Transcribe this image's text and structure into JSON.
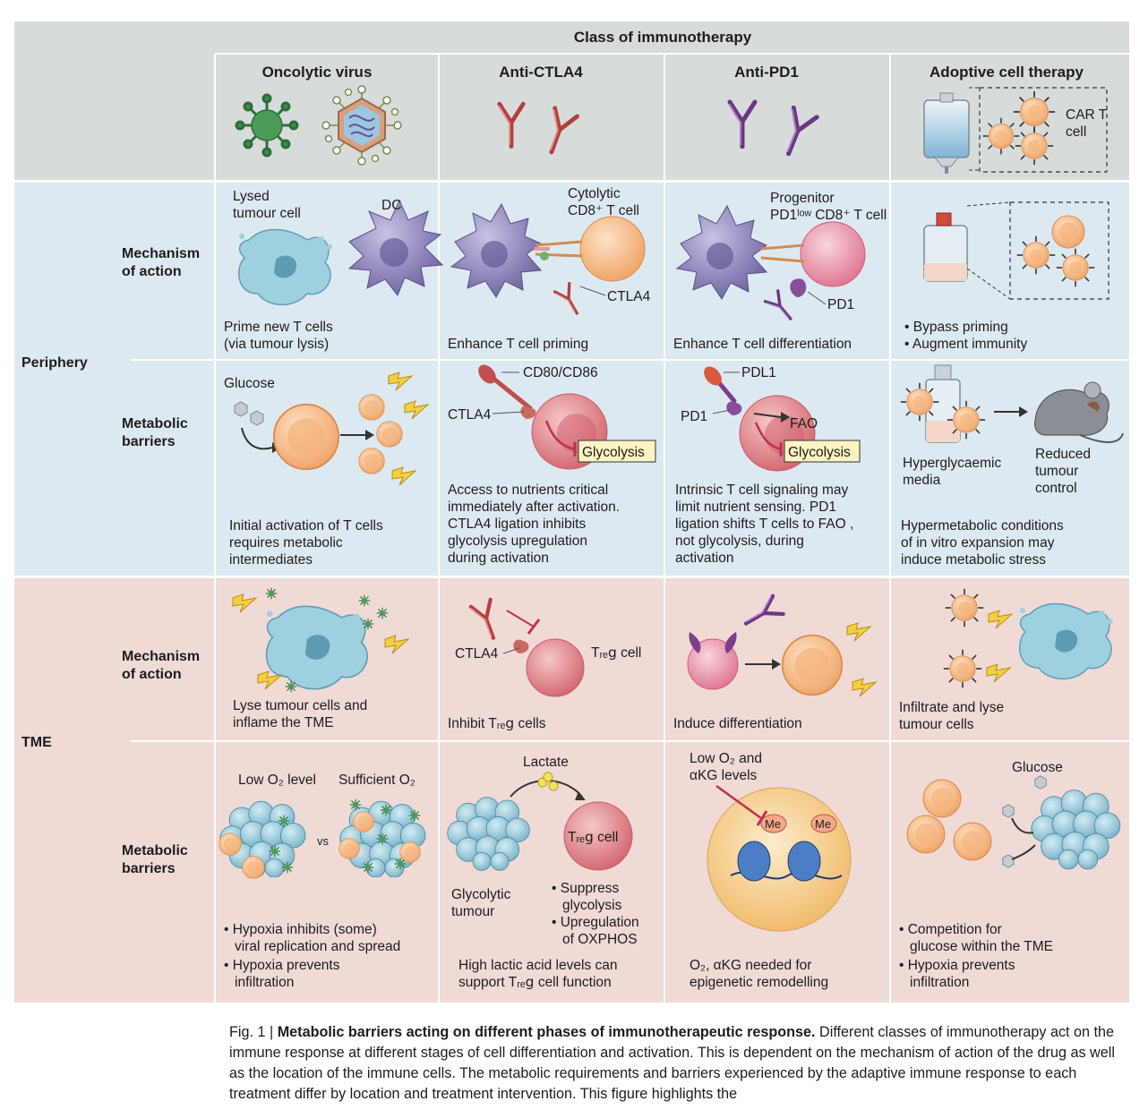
{
  "header": {
    "title": "Class of immunotherapy",
    "columns": [
      "Oncolytic virus",
      "Anti-CTLA4",
      "Anti-PD1",
      "Adoptive cell therapy"
    ],
    "car_t_label": [
      "CAR T",
      "cell"
    ]
  },
  "rows": {
    "periphery": "Periphery",
    "tme": "TME",
    "mechanism": [
      "Mechanism",
      "of action"
    ],
    "metabolic": [
      "Metabolic",
      "barriers"
    ]
  },
  "periphery_mechanism": {
    "ov": {
      "labels": [
        "Lysed",
        "tumour cell",
        "DC"
      ],
      "caption": [
        "Prime new T cells",
        "(via tumour lysis)"
      ]
    },
    "ctla4": {
      "labels": [
        "Cytolytic",
        "CD8⁺ T cell",
        "CTLA4"
      ],
      "caption": "Enhance T cell priming"
    },
    "pd1": {
      "labels": [
        "Progenitor",
        "PD1ˡᵒʷ CD8⁺ T cell",
        "PD1"
      ],
      "caption": "Enhance T cell differentiation"
    },
    "act": {
      "bullets": [
        "Bypass priming",
        "Augment immunity"
      ]
    }
  },
  "periphery_metabolic": {
    "ov": {
      "label": "Glucose",
      "caption": [
        "Initial activation of T cells",
        "requires metabolic",
        "intermediates"
      ]
    },
    "ctla4": {
      "labels": [
        "CD80/CD86",
        "CTLA4",
        "Glycolysis"
      ],
      "caption": [
        "Access to nutrients critical",
        "immediately after activation.",
        "CTLA4 ligation inhibits",
        "glycolysis upregulation",
        "during activation"
      ]
    },
    "pd1": {
      "labels": [
        "PDL1",
        "PD1",
        "FAO",
        "Glycolysis"
      ],
      "caption": [
        "Intrinsic T cell signaling may",
        "limit nutrient sensing. PD1",
        "ligation shifts T cells to FAO ,",
        "not glycolysis, during",
        "activation"
      ]
    },
    "act": {
      "labels": [
        "Hyperglycaemic",
        "media",
        "Reduced",
        "tumour",
        "control"
      ],
      "caption": [
        "Hypermetabolic conditions",
        "of in vitro expansion may",
        "induce metabolic stress"
      ]
    }
  },
  "tme_mechanism": {
    "ov": {
      "caption": [
        "Lyse tumour cells and",
        "inflame the TME"
      ]
    },
    "ctla4": {
      "labels": [
        "CTLA4",
        "Tᵣₑ𝗀 cell"
      ],
      "caption": "Inhibit Tᵣₑ𝗀 cells"
    },
    "pd1": {
      "caption": "Induce differentiation"
    },
    "act": {
      "caption": [
        "Infiltrate and lyse",
        "tumour cells"
      ]
    }
  },
  "tme_metabolic": {
    "ov": {
      "labels": [
        "Low O₂ level",
        "Sufficient O₂",
        "vs"
      ],
      "bullets": [
        [
          "Hypoxia inhibits (some)",
          "viral replication and spread"
        ],
        [
          "Hypoxia prevents",
          "infiltration"
        ]
      ]
    },
    "ctla4": {
      "labels": [
        "Lactate",
        "Glycolytic",
        "tumour",
        "Tᵣₑ𝗀 cell"
      ],
      "bullets": [
        [
          "Suppress",
          "glycolysis"
        ],
        [
          "Upregulation",
          "of OXPHOS"
        ]
      ],
      "caption": [
        "High lactic acid levels can",
        "support Tᵣₑ𝗀 cell function"
      ]
    },
    "pd1": {
      "labels": [
        "Low O₂ and",
        "αKG levels",
        "Me",
        "Me"
      ],
      "caption": [
        "O₂, αKG needed for",
        "epigenetic remodelling"
      ]
    },
    "act": {
      "labels": [
        "Glucose"
      ],
      "bullets": [
        [
          "Competition for",
          "glucose within the TME"
        ],
        [
          "Hypoxia prevents",
          "infiltration"
        ]
      ]
    }
  },
  "figure_caption": {
    "prefix": "Fig. 1 | ",
    "title": "Metabolic barriers acting on different phases of immunotherapeutic response.",
    "body": " Different classes of immunotherapy act on the immune response at different stages of cell differentiation and activation. This is dependent on the mechanism of action of the drug as well as the location of the immune cells. The metabolic requirements and barriers experienced by the adaptive immune response to each treatment differ by location and treatment intervention. This figure highlights the"
  },
  "colors": {
    "header_bg": "#d7dcdb",
    "periphery_bg": "#dde9f1",
    "tme_bg": "#efdad6",
    "antibody_ctla4": "#c0504d",
    "antibody_pd1": "#7b3f8c",
    "t_cell": "#f6b685",
    "treg": "#cf6a6e",
    "tumour": "#8fc3d5",
    "dc": "#7c6fa8",
    "virus": "#3f8a4a"
  }
}
